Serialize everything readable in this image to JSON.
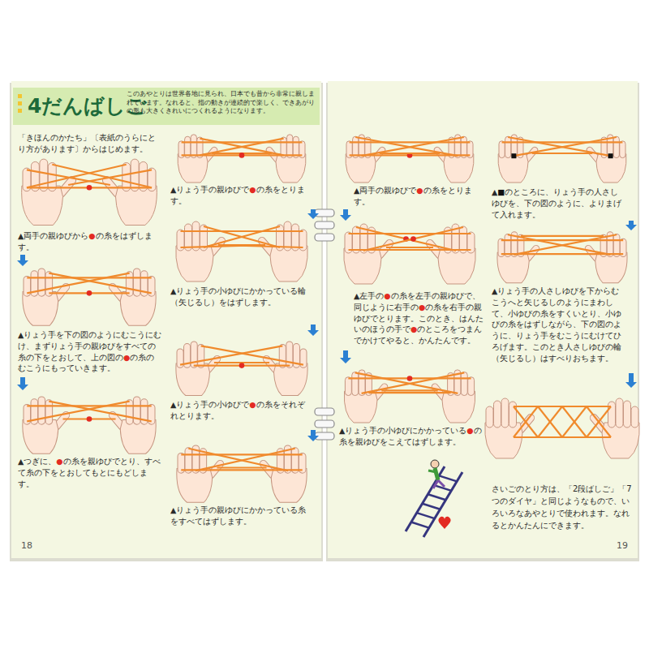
{
  "diagram": {
    "title": "4だんばしご",
    "labels": [
      "このあやとりは世界各地に見られ、日本でも昔から非常に親しまれています。なれると、指の動きが連続的で楽しく、できあがりの形も大きくきれいにつくれるようになります。",
      "「きほんのかたち」〔表紙のうらにとり方があります〕からはじめます。",
      "▲両手の親ゆびから●の糸をはずします。",
      "▲りょう手を下の図のようにむこうにむけ、まずりょう手の親ゆびをすべての糸の下をとおして、上の図の●の糸のむこうにもっていきます。",
      "▲つぎに、●の糸を親ゆびでとり、すべて糸の下をとおしてもとにもどします。",
      "▲りょう手の親ゆびで●の糸をとります。",
      "▲りょう手の小ゆびにかかっている輪（矢じるし）をはずします。",
      "▲りょう手の小ゆびで●の糸をそれぞれとります。",
      "▲りょう手の親ゆびにかかっている糸をすべてはずします。",
      "▲両手の親ゆびで●の糸をとります。",
      "▲左手の●の糸を左手の親ゆびで、同じように右手の●の糸を右手の親ゆびでとります。このとき、はんたいのほうの手で●のところをつまんでかけてやると、かんたんです。",
      "▲りょう手の小ゆびにかかっている●の糸を親ゆびをこえてはずします。",
      "▲■のところに、りょう手の人さしゆびを、下の図のように、よりまげて入れます。",
      "▲りょう手の人さしゆびを下からむこうへと矢じるしのようにまわして、小ゆびの糸をすくいとり、小ゆびの糸をはずしながら、下の図のように、りょう手をむこうにむけてひろげます。このとき人さしゆびの輪（矢じるし）はすべりおちます。",
      "さいごのとり方は、「2段ばしご」「7つのダイヤ」と同じようなもので、いろいろなあやとりで使われます。なれるとかんたんにできます。",
      "18",
      "19"
    ]
  }
}
